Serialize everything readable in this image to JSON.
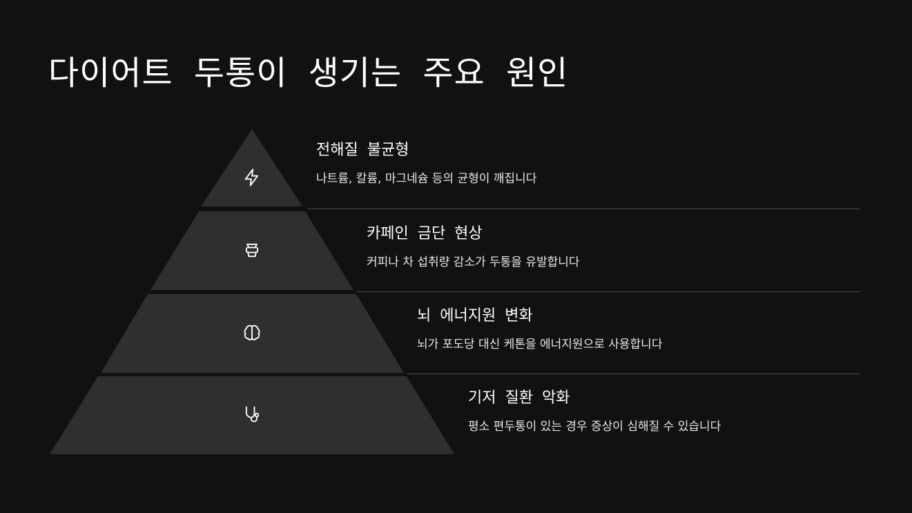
{
  "title": "다이어트 두통이 생기는 주요 원인",
  "colors": {
    "background": "#111111",
    "tier_fill": "#2f2f2f",
    "divider": "#4a4a4a",
    "text": "#ffffff"
  },
  "tiers": [
    {
      "heading": "전해질 불균형",
      "description": "나트륨, 칼륨, 마그네슘 등의 균형이 깨집니다",
      "icon": "lightning-icon"
    },
    {
      "heading": "카페인 금단 현상",
      "description": "커피나 차 섭취량 감소가 두통을 유발합니다",
      "icon": "coffee-cup-icon"
    },
    {
      "heading": "뇌 에너지원 변화",
      "description": "뇌가 포도당 대신 케톤을 에너지원으로 사용합니다",
      "icon": "brain-icon"
    },
    {
      "heading": "기저 질환 악화",
      "description": "평소 편두통이 있는 경우 증상이 심해질 수 있습니다",
      "icon": "stethoscope-icon"
    }
  ]
}
